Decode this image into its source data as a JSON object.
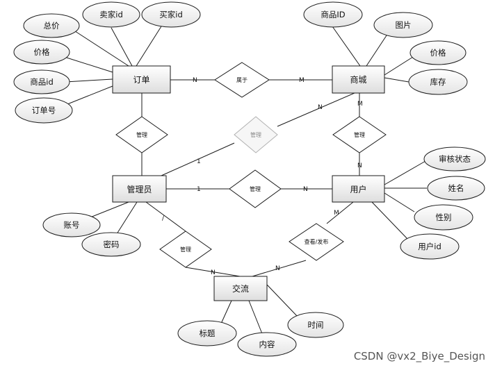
{
  "entities": {
    "order": "订单",
    "mall": "商城",
    "admin": "管理员",
    "user": "用户",
    "exchange": "交流"
  },
  "attributes": {
    "order_total": "总价",
    "order_seller_id": "卖家id",
    "order_buyer_id": "买家id",
    "order_price": "价格",
    "order_product_id": "商品id",
    "order_no": "订单号",
    "mall_product_id": "商品ID",
    "mall_image": "图片",
    "mall_price": "价格",
    "mall_stock": "库存",
    "user_review_status": "审核状态",
    "user_name": "姓名",
    "user_gender": "性别",
    "user_id": "用户id",
    "admin_account": "账号",
    "admin_password": "密码",
    "exchange_title": "标题",
    "exchange_content": "内容",
    "exchange_time": "时间"
  },
  "relationships": {
    "belongs": "属于",
    "admin_order": "管理",
    "admin_mall": "管理",
    "user_mall": "管理",
    "admin_user": "管理",
    "admin_exchange": "管理",
    "user_exchange": "查看/发布"
  },
  "cardinalities": {
    "order_belongs": "N",
    "belongs_mall": "M",
    "mall_adminmall": "N",
    "adminmall_admin": "1",
    "mall_usermall": "M",
    "usermall_user": "N",
    "admin_adminuser": "1",
    "adminuser_user": "N",
    "admin_adminexchange": "/",
    "adminexchange_exchange": "N",
    "user_userexchange": "M",
    "userexchange_exchange": "N"
  },
  "watermark": "CSDN @vx2_Biye_Design"
}
